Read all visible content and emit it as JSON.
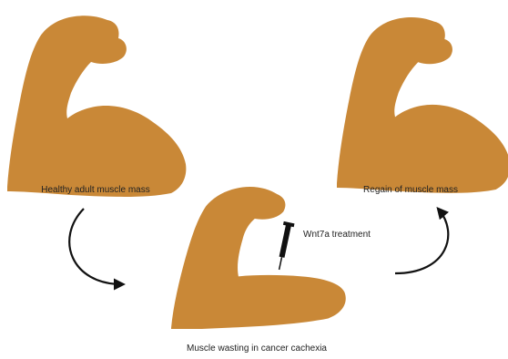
{
  "colors": {
    "arm_fill": "#c98837",
    "arrow": "#111111",
    "text": "#222222"
  },
  "labels": {
    "healthy": "Healthy adult muscle mass",
    "regain": "Regain of muscle mass",
    "treatment": "Wnt7a treatment",
    "wasting": "Muscle wasting in cancer cachexia"
  }
}
